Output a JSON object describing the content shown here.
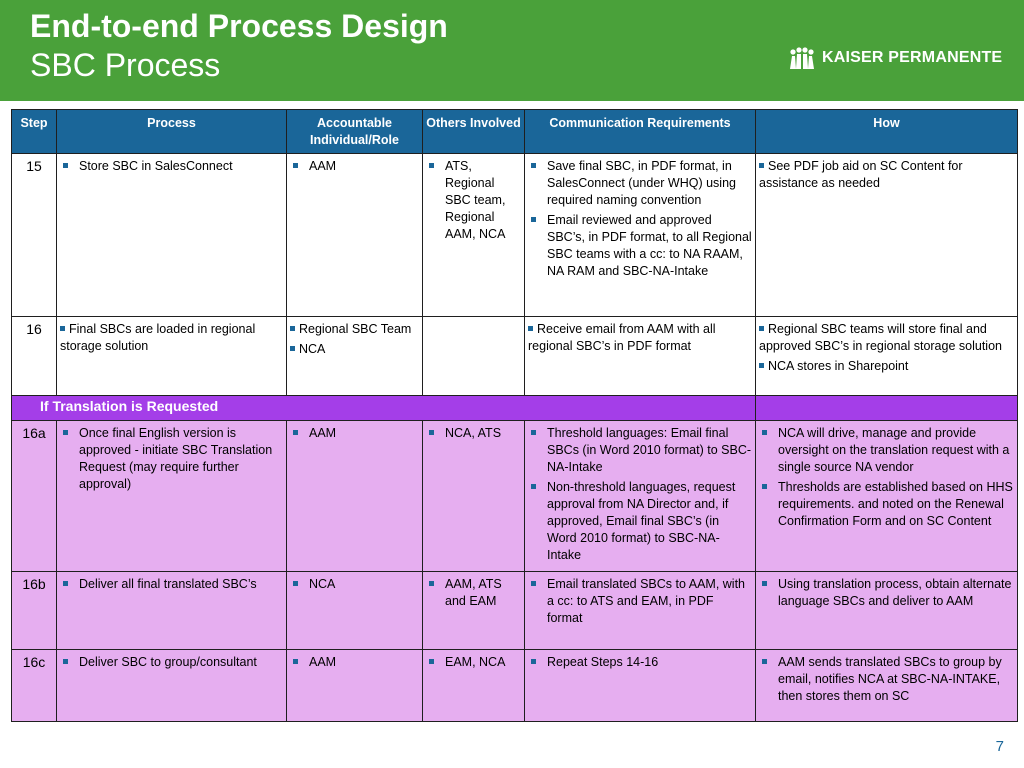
{
  "slide": {
    "title": "End-to-end Process Design",
    "subtitle": "SBC Process",
    "logo_text": "KAISER PERMANENTE",
    "page_number": "7",
    "colors": {
      "header_green": "#4aa13a",
      "table_header_blue": "#1a6699",
      "section_purple": "#a43ee8",
      "row_purple": "#e6aef0"
    }
  },
  "table": {
    "headers": [
      "Step",
      "Process",
      "Accountable Individual/Role",
      "Others Involved",
      "Communication Requirements",
      "How"
    ],
    "section_label": "If Translation is Requested",
    "rows": [
      {
        "step": "15",
        "process": [
          "Store SBC in SalesConnect"
        ],
        "accountable": [
          "AAM"
        ],
        "others": [
          "ATS, Regional SBC team, Regional AAM, NCA"
        ],
        "communication": [
          "Save final SBC, in PDF format, in SalesConnect (under WHQ) using required naming convention",
          "Email reviewed and approved SBC’s, in PDF format, to all Regional SBC teams with a cc: to NA RAAM, NA RAM and SBC-NA-Intake"
        ],
        "how": [
          "See PDF job aid on SC Content for assistance as needed"
        ]
      },
      {
        "step": "16",
        "process": [
          "Final SBCs are loaded in regional storage solution"
        ],
        "accountable": [
          "Regional SBC Team",
          "NCA"
        ],
        "others": [],
        "communication": [
          "Receive email from AAM with all regional SBC’s in PDF format"
        ],
        "how": [
          "Regional SBC teams will store final and approved SBC’s in regional storage solution",
          "NCA stores in Sharepoint"
        ]
      },
      {
        "step": "16a",
        "process": [
          "Once final English version is approved - initiate SBC Translation Request (may require further approval)"
        ],
        "accountable": [
          "AAM"
        ],
        "others": [
          "NCA, ATS"
        ],
        "communication": [
          "Threshold languages: Email final SBCs (in Word 2010 format) to SBC-NA-Intake",
          "Non-threshold languages, request approval from NA Director  and, if approved, Email final SBC’s (in Word 2010 format) to SBC-NA-Intake"
        ],
        "how": [
          "NCA will drive, manage and provide oversight on the translation request with a single source NA vendor",
          "Thresholds are established  based on HHS requirements. and noted on the Renewal Confirmation Form and  on SC Content"
        ]
      },
      {
        "step": "16b",
        "process": [
          "Deliver  all final translated SBC’s"
        ],
        "accountable": [
          "NCA"
        ],
        "others": [
          "AAM, ATS and EAM"
        ],
        "communication": [
          "Email translated SBCs to AAM, with a cc: to ATS and EAM, in PDF format"
        ],
        "how": [
          "Using translation process, obtain alternate language SBCs and deliver to AAM"
        ]
      },
      {
        "step": "16c",
        "process": [
          "Deliver SBC to group/consultant"
        ],
        "accountable": [
          "AAM"
        ],
        "others": [
          "EAM, NCA"
        ],
        "communication": [
          "Repeat Steps 14-16"
        ],
        "how": [
          "AAM sends translated SBCs to group by email, notifies NCA at SBC-NA-INTAKE, then stores them on SC"
        ]
      }
    ]
  }
}
